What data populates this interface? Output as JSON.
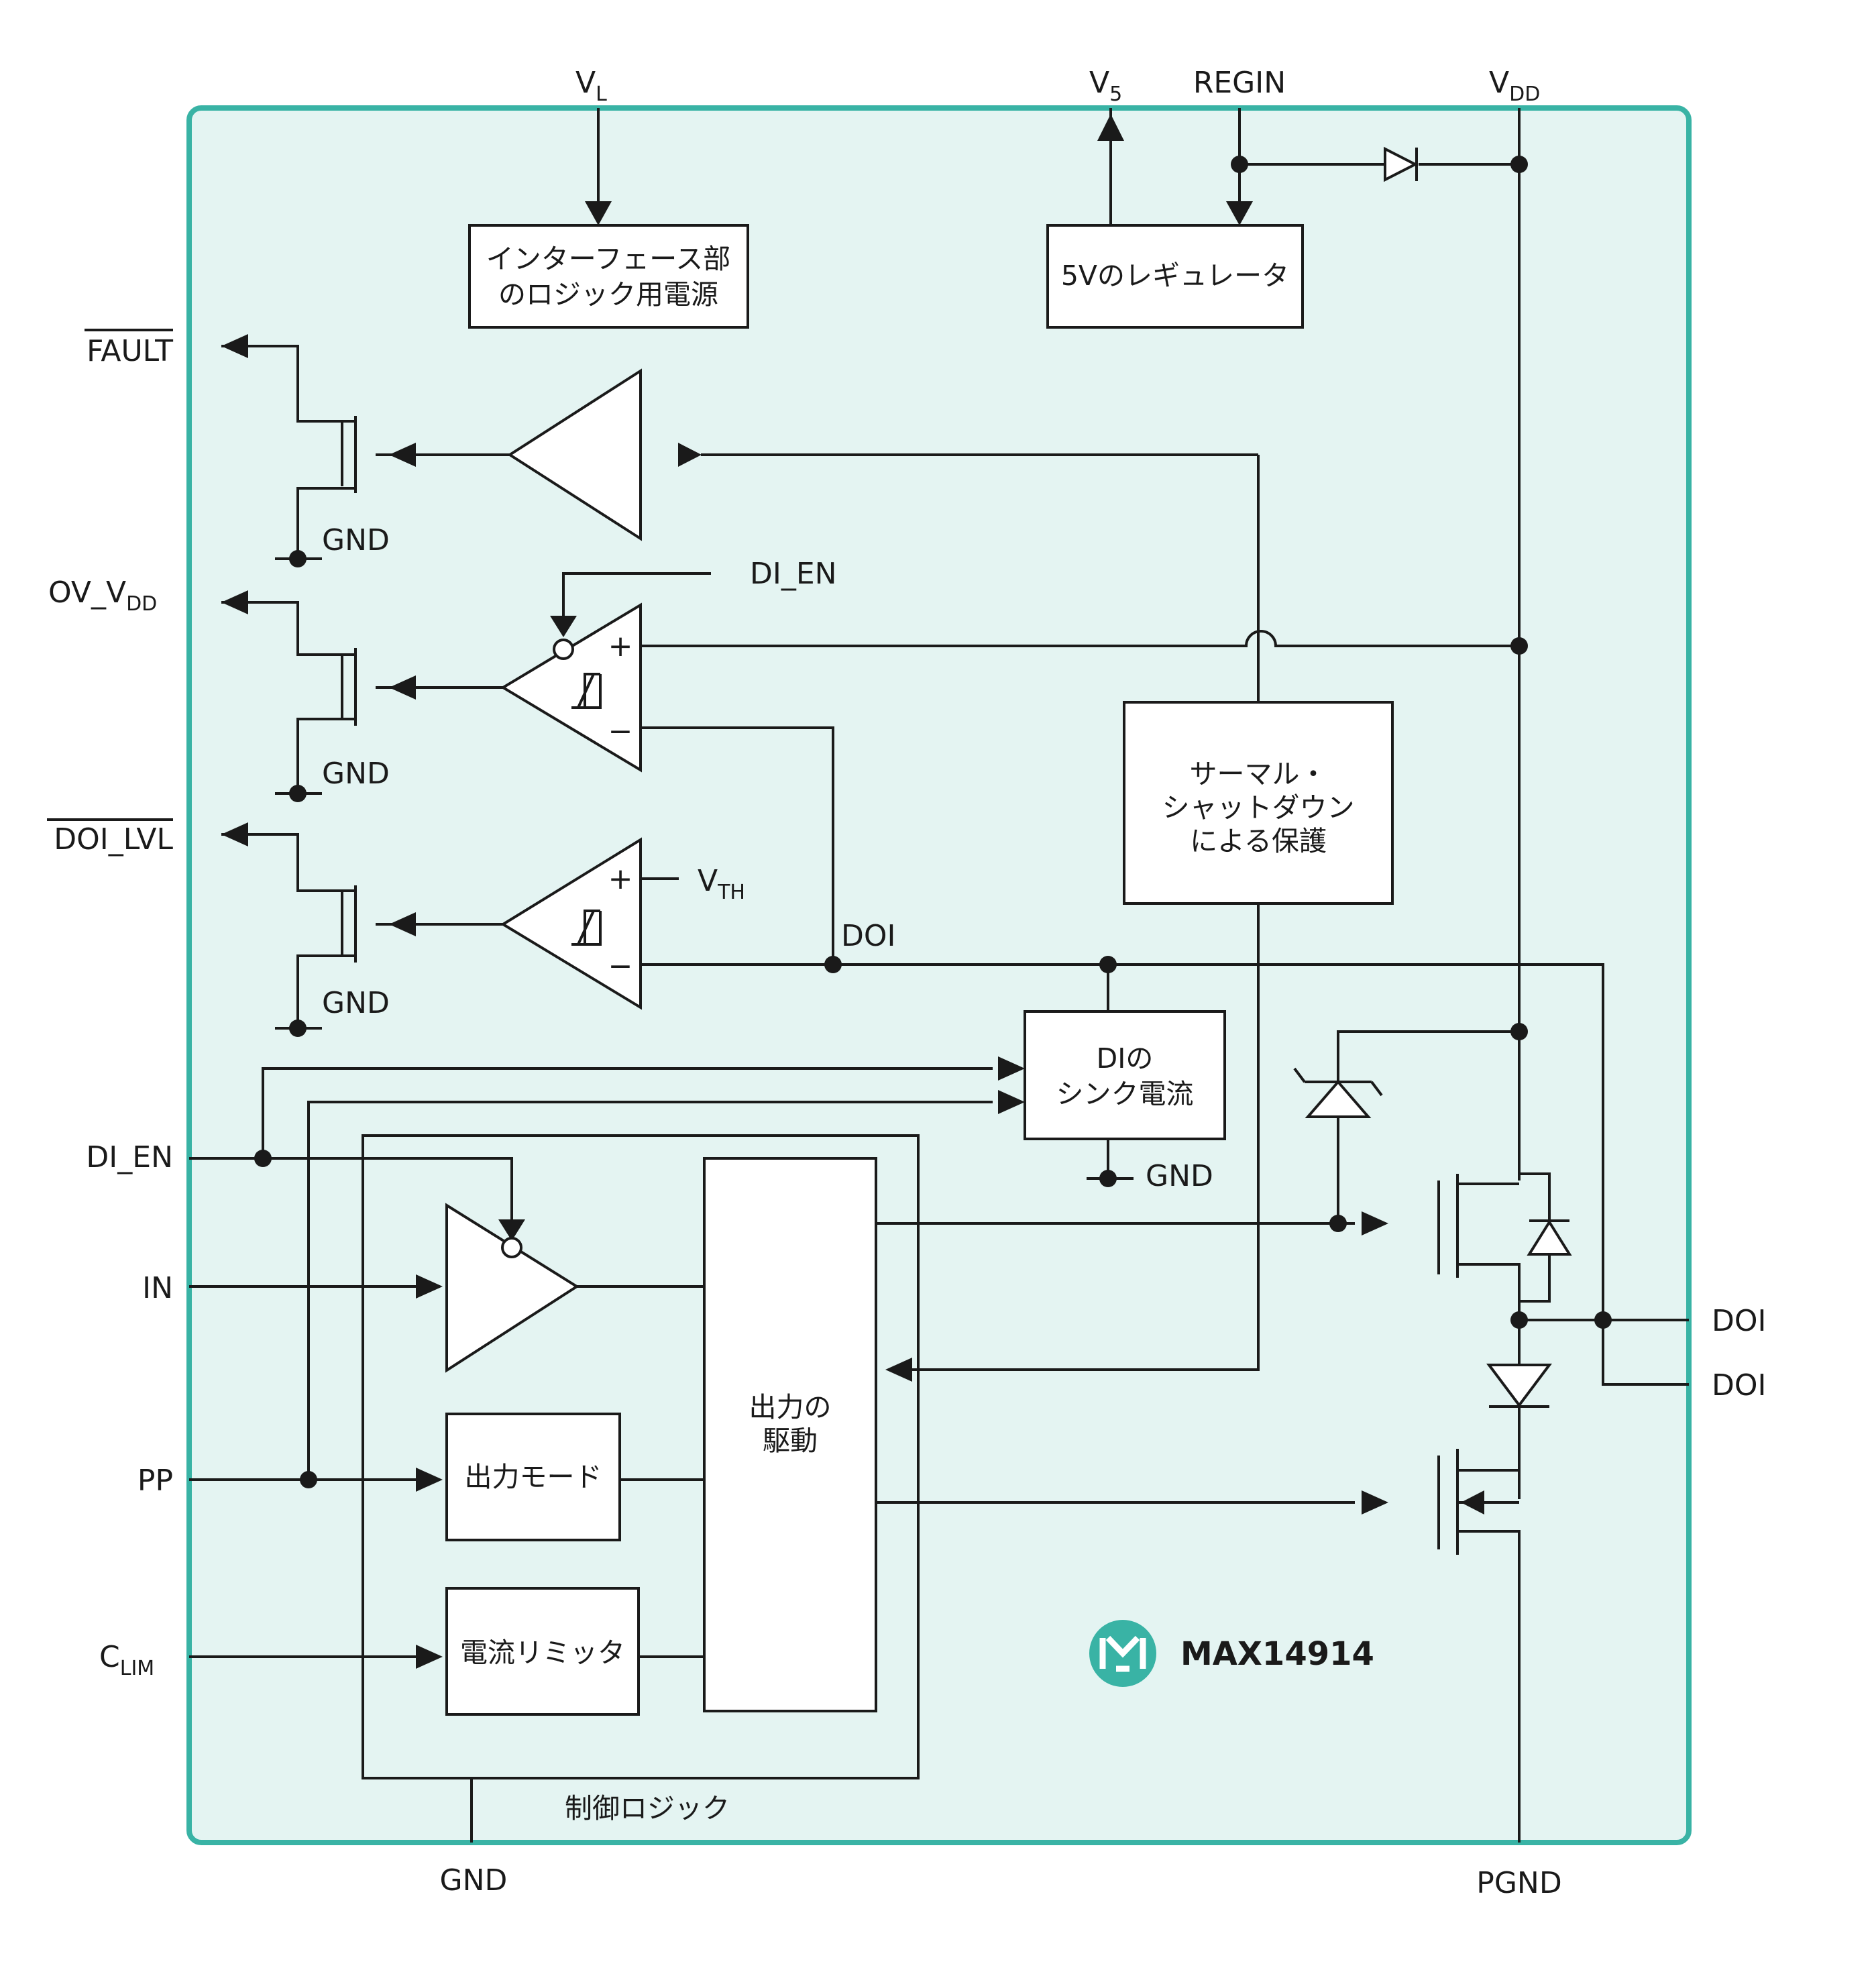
{
  "chip": {
    "name": "MAX14914",
    "colors": {
      "border": "#39b3a5",
      "fill": "#e4f4f2",
      "logo": "#39b3a5"
    },
    "logo_icon": "maxim-logo"
  },
  "top_pins": {
    "vl": {
      "main": "V",
      "sub": "L"
    },
    "v5": {
      "main": "V",
      "sub": "5"
    },
    "regin": "REGIN",
    "vdd": {
      "main": "V",
      "sub": "DD"
    }
  },
  "left_pins": {
    "fault": "FAULT",
    "ov_vdd": {
      "main": "OV_V",
      "sub": "DD"
    },
    "doi_lvl": "DOI_LVL",
    "di_en": "DI_EN",
    "in": "IN",
    "pp": "PP",
    "clim": {
      "main": "C",
      "sub": "LIM"
    }
  },
  "right_pins": {
    "doi_a": "DOI",
    "doi_b": "DOI"
  },
  "bottom_pins": {
    "gnd": "GND",
    "pgnd": "PGND"
  },
  "blocks": {
    "interface_supply": [
      "インターフェース部",
      "のロジック用電源"
    ],
    "regulator_5v": "5Vのレギュレータ",
    "thermal_shutdown": [
      "サーマル・",
      "シャットダウン",
      "による保護"
    ],
    "di_sink": [
      "DIの",
      "シンク電流"
    ],
    "output_driver": [
      "出力の",
      "駆動"
    ],
    "output_mode": "出力モード",
    "current_limiter": "電流リミッタ",
    "control_logic": "制御ロジック"
  },
  "internal_labels": {
    "gnd": "GND",
    "di_en": "DI_EN",
    "vth": {
      "main": "V",
      "sub": "TH"
    },
    "doi": "DOI",
    "plus": "+",
    "minus": "−"
  }
}
